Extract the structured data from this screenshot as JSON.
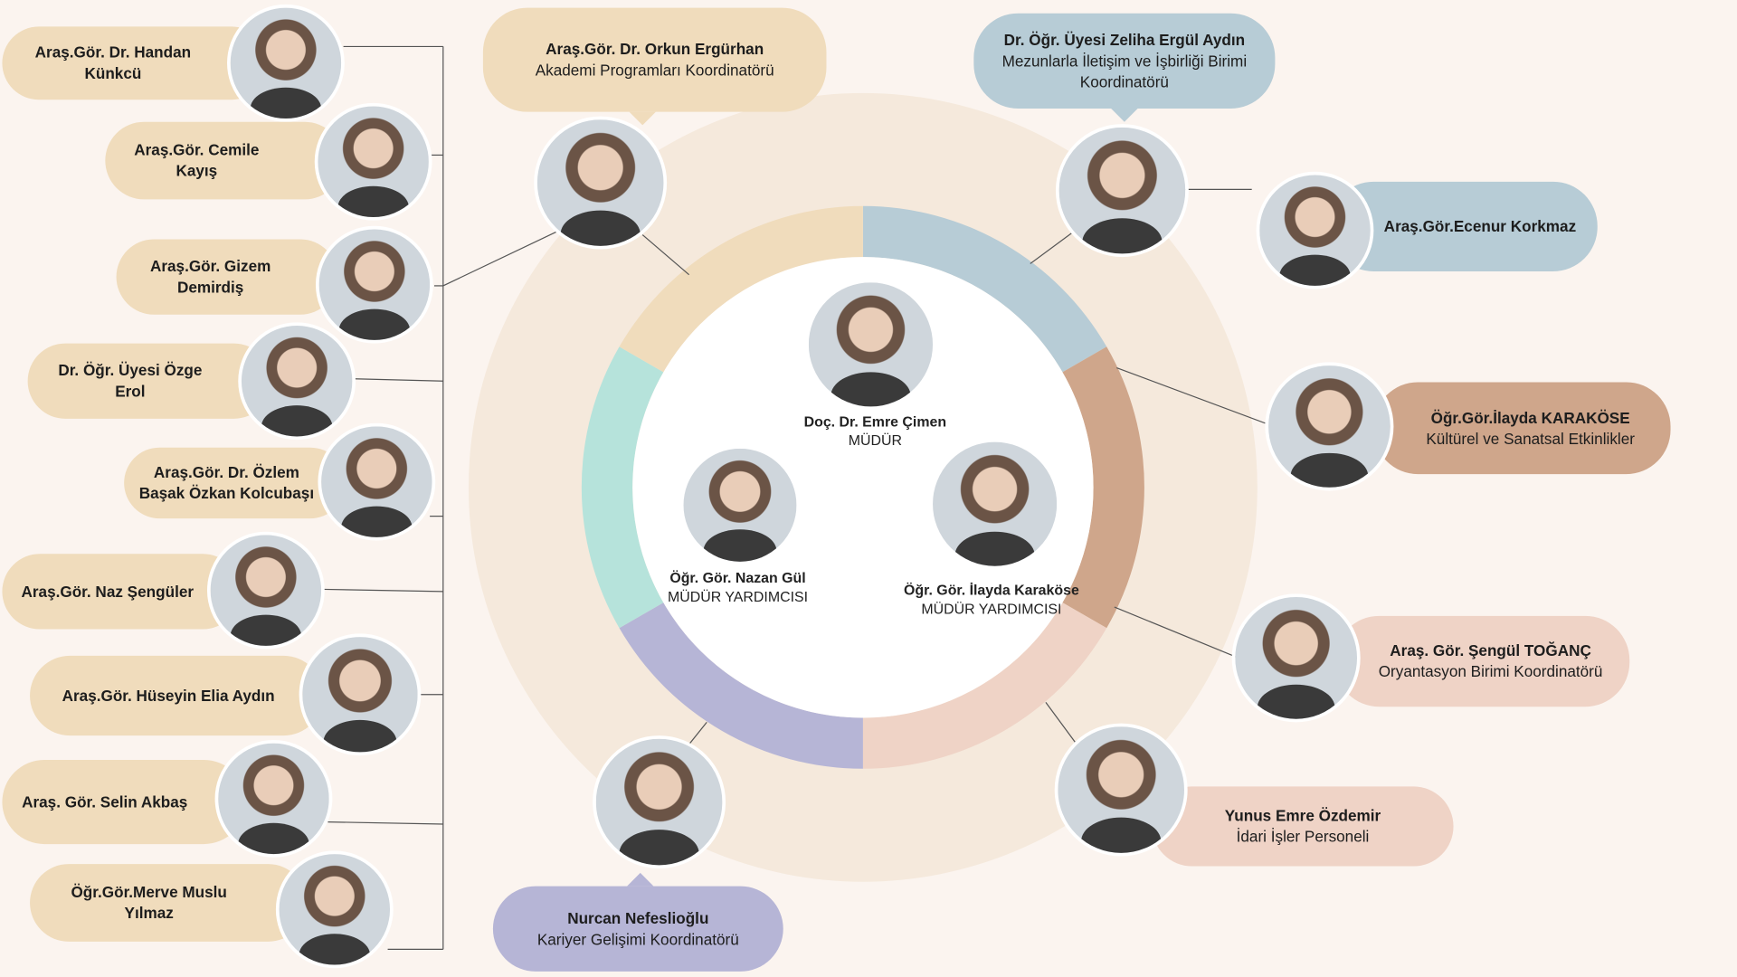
{
  "colors": {
    "background": "#fbf4ef",
    "beige": "#f0dcbc",
    "blue": "#b7ccd6",
    "brown": "#cfa68b",
    "pink": "#efd3c6",
    "purple": "#b6b5d6",
    "teal": "#b6e3db",
    "outer": "#f5e9dc"
  },
  "director": {
    "name": "Doç. Dr. Emre Çimen",
    "title": "MÜDÜR"
  },
  "deputies": [
    {
      "name": "Öğr. Gör. Nazan Gül",
      "title": "MÜDÜR YARDIMCISI"
    },
    {
      "name": "Öğr. Gör. İlayda Karaköse",
      "title": "MÜDÜR YARDIMCISI"
    }
  ],
  "coordinators": [
    {
      "name": "Araş.Gör. Dr. Orkun Ergürhan",
      "role": "Akademi Programları Koordinatörü"
    },
    {
      "name": "Dr. Öğr. Üyesi Zeliha Ergül Aydın",
      "role": "Mezunlarla İletişim ve İşbirliği Birimi Koordinatörü"
    },
    {
      "name": "Araş.Gör.Ecenur Korkmaz",
      "role": ""
    },
    {
      "name": "Öğr.Gör.İlayda KARAKÖSE",
      "role": "Kültürel ve Sanatsal Etkinlikler"
    },
    {
      "name": "Araş. Gör.  Şengül TOĞANÇ",
      "role": "Oryantasyon Birimi Koordinatörü"
    },
    {
      "name": "Yunus Emre Özdemir",
      "role": "İdari İşler Personeli"
    },
    {
      "name": "Nurcan Nefeslioğlu",
      "role": "Kariyer Gelişimi Koordinatörü"
    }
  ],
  "staff": [
    {
      "name": "Araş.Gör. Dr. Handan Künkcü"
    },
    {
      "name": "Araş.Gör. Cemile Kayış"
    },
    {
      "name": "Araş.Gör. Gizem Demirdiş"
    },
    {
      "name": "Dr. Öğr. Üyesi Özge Erol"
    },
    {
      "name": "Araş.Gör. Dr. Özlem Başak Özkan Kolcubaşı"
    },
    {
      "name": "Araş.Gör. Naz Şengüler"
    },
    {
      "name": "Araş.Gör. Hüseyin Elia Aydın"
    },
    {
      "name": "Araş. Gör. Selin Akbaş"
    },
    {
      "name": "Öğr.Gör.Merve Muslu Yılmaz"
    }
  ]
}
